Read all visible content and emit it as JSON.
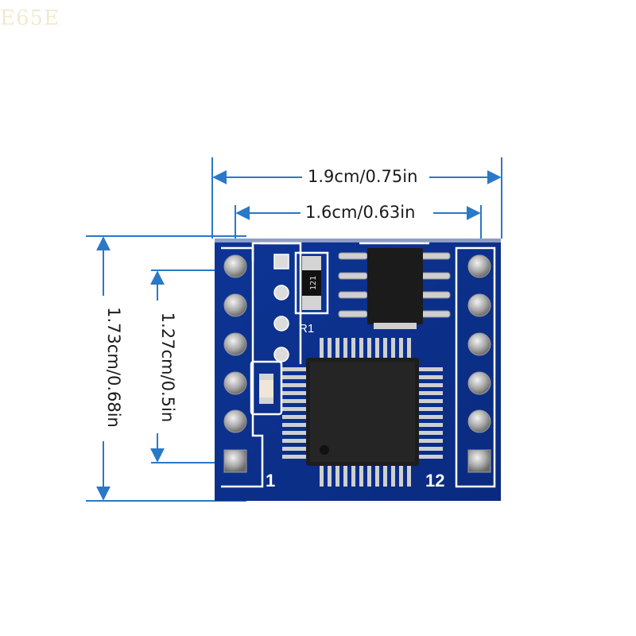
{
  "watermark": "E65E",
  "dimensions": {
    "outer_width": "1.9cm/0.75in",
    "inner_width": "1.6cm/0.63in",
    "outer_height": "1.73cm/0.68in",
    "inner_height": "1.27cm/0.5in"
  },
  "board": {
    "pin_label_left": "1",
    "pin_label_right": "12",
    "resistor_label": "R1",
    "resistor_code": "121"
  },
  "colors": {
    "pcb": "#0b2f8c",
    "pcb_dark": "#082470",
    "silkscreen": "#ffffff",
    "dimension_line": "#2a78c8",
    "chip": "#1a1a1a",
    "pad": "#c9c9c9"
  }
}
